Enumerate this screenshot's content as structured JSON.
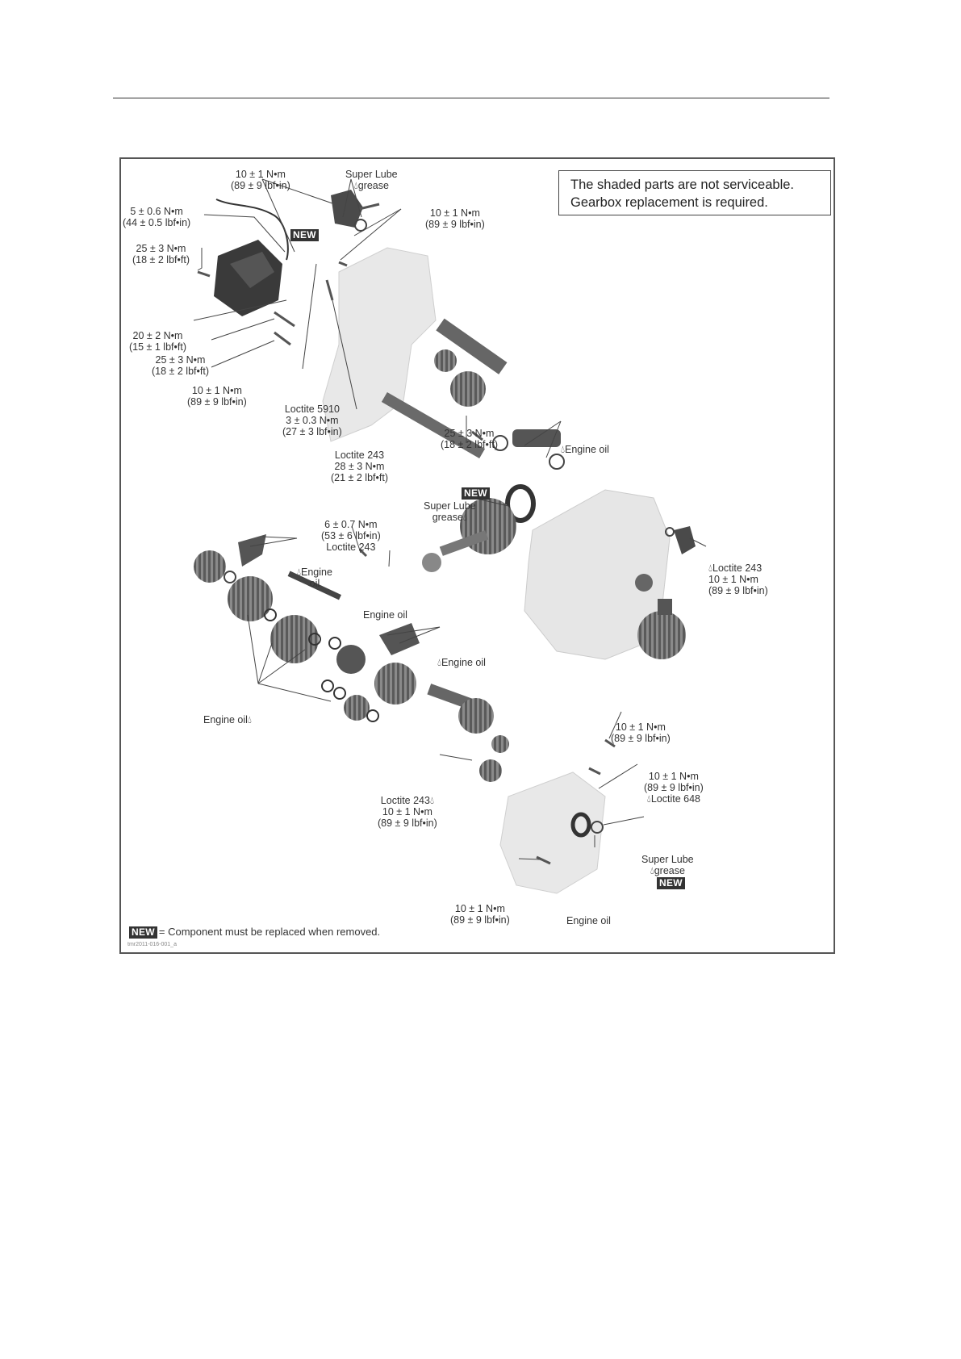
{
  "notice": {
    "line1": "The shaded parts are not serviceable.",
    "line2": "Gearbox replacement is required."
  },
  "new_badge": "NEW",
  "legend": {
    "badge": "NEW",
    "text": "= Component must be replaced when removed."
  },
  "figure_code": "tmr2011-016-001_a",
  "labels": {
    "a1": "10 ± 1 N•m",
    "a2": "(89 ± 9 lbf•in)",
    "b1": "Super Lube",
    "b2": "grease",
    "c1": "5 ± 0.6 N•m",
    "c2": "(44 ± 0.5 lbf•in)",
    "d1": "10 ± 1 N•m",
    "d2": "(89 ± 9 lbf•in)",
    "e1": "25 ± 3 N•m",
    "e2": "(18 ± 2 lbf•ft)",
    "f1": "20 ± 2 N•m",
    "f2": "(15 ± 1 lbf•ft)",
    "g1": "25 ± 3 N•m",
    "g2": "(18 ± 2 lbf•ft)",
    "h1": "10 ± 1 N•m",
    "h2": "(89 ± 9 lbf•in)",
    "i1": "Loctite 5910",
    "i2": "3 ± 0.3 N•m",
    "i3": "(27 ± 3 lbf•in)",
    "j1": "Loctite 243",
    "j2": "28 ± 3 N•m",
    "j3": "(21 ± 2 lbf•ft)",
    "k1": "25 ± 3 N•m",
    "k2": "(18 ± 2 lbf•ft)",
    "l1": "Engine oil",
    "m1": "Super Lube",
    "m2": "grease",
    "n1": "6 ± 0.7 N•m",
    "n2": "(53 ± 6 lbf•in)",
    "n3": "Loctite 243",
    "o1": "Engine",
    "o2": "oil",
    "p1": "Engine oil",
    "q1": "Loctite 243",
    "q2": "10 ± 1 N•m",
    "q3": "(89 ± 9 lbf•in)",
    "r1": "Engine oil",
    "s1": "Engine oil",
    "t1": "10 ± 1 N•m",
    "t2": "(89 ± 9 lbf•in)",
    "u1": "10 ± 1 N•m",
    "u2": "(89 ± 9 lbf•in)",
    "u3": "Loctite 648",
    "v1": "Loctite 243",
    "v2": "10 ± 1 N•m",
    "v3": "(89 ± 9 lbf•in)",
    "w1": "Super Lube",
    "w2": "grease",
    "x1": "10 ± 1 N•m",
    "x2": "(89 ± 9 lbf•in)",
    "y1": "Engine oil"
  }
}
